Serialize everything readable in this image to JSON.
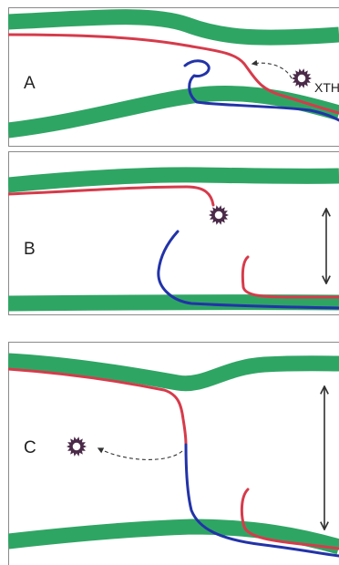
{
  "colors": {
    "wall": "#2fa564",
    "red_chain": "#d63b4b",
    "blue_chain": "#2233a8",
    "enzyme_fill": "#4a2a48",
    "arrow": "#333333",
    "frame": "#8a8a8a"
  },
  "icons": {
    "enzyme": "xth-enzyme-spiky-circle-icon",
    "dashed_arrow": "dashed-curved-arrow-icon",
    "distance_arrow": "double-headed-vertical-arrow-icon"
  },
  "panels": [
    {
      "letter": "A",
      "enzyme_label": "XTH"
    },
    {
      "letter": "B"
    },
    {
      "letter": "C"
    }
  ]
}
